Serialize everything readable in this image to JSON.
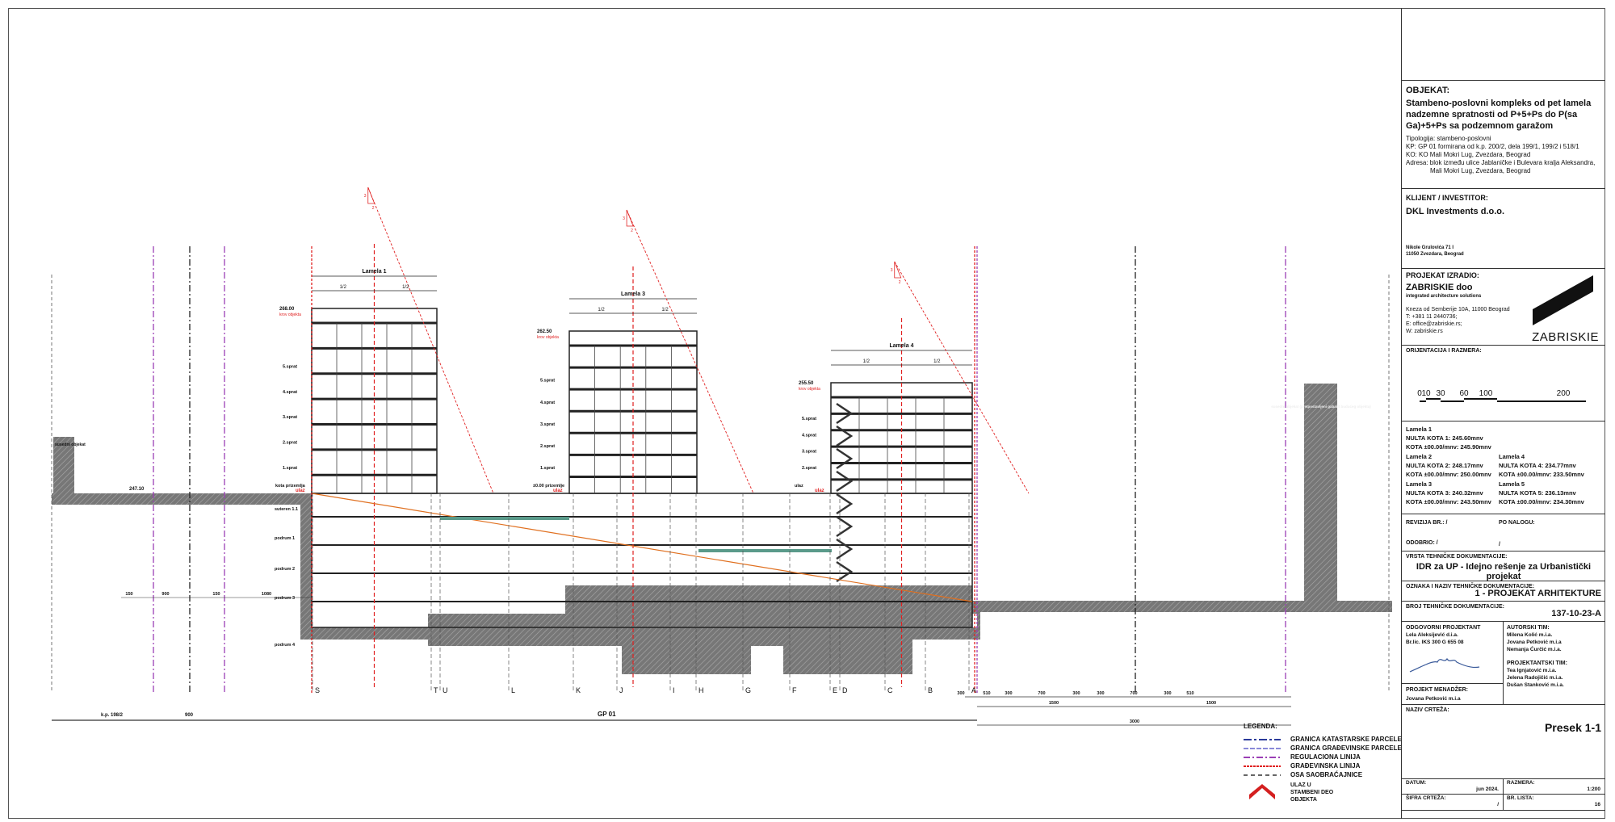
{
  "drawing": {
    "buildings": [
      {
        "label": "Lamela 1",
        "half_left": "1/2",
        "half_right": "1/2",
        "roof_tag": "krov objekta",
        "levels": [
          "5.sprat",
          "4.sprat",
          "3.sprat",
          "2.sprat",
          "1.sprat"
        ],
        "ground": "kota prizemlja",
        "elev_top": "268.00",
        "entry": "ulaz"
      },
      {
        "label": "Lamela 3",
        "half_left": "1/2",
        "half_right": "1/2",
        "roof_tag": "krov objekta",
        "levels": [
          "5.sprat",
          "4.sprat",
          "3.sprat",
          "2.sprat",
          "1.sprat"
        ],
        "ground": "±0.00 prizemlje",
        "elev_top": "262.50",
        "entry": "ulaz"
      },
      {
        "label": "Lamela 4",
        "half_left": "1/2",
        "half_right": "1/2",
        "roof_tag": "krov objekta",
        "levels": [
          "5.sprat",
          "4.sprat",
          "3.sprat",
          "2.sprat"
        ],
        "ground": "ulaz",
        "elev_top": "255.50",
        "entry": "ulaz"
      }
    ],
    "basement_levels": [
      "suteren 1.1",
      "podrum 1",
      "podrum 2",
      "podrum 3",
      "podrum 4"
    ],
    "neighbor_left": "susedni objekat",
    "neighbor_right": "susedni objekat (pretpostavljeni gabarit budućeg objekta)",
    "terrain_elev": "247.10",
    "grid_axes": [
      "S",
      "T",
      "U",
      "L",
      "K",
      "J",
      "I",
      "H",
      "G",
      "F",
      "E",
      "D",
      "C",
      "B",
      "A"
    ],
    "bottom_dims": {
      "parcel_label": "k.p. 198/2",
      "parcel_width": "900",
      "gp_label": "GP 01",
      "right_chain": [
        "300",
        "510",
        "300",
        "700",
        "300",
        "300",
        "700",
        "300",
        "510"
      ],
      "right_halves": [
        "1500",
        "1500"
      ],
      "right_total": "3000",
      "left_chain": [
        "150",
        "900",
        "150",
        "1080"
      ]
    },
    "slope_ratio": [
      "3",
      "2"
    ]
  },
  "title_block": {
    "objekat_label": "OBJEKAT:",
    "objekat_title": "Stambeno-poslovni kompleks od pet lamela nadzemne spratnosti od P+5+Ps do P(sa Ga)+5+Ps sa podzemnom garažom",
    "tipologija": "Tipologija: stambeno-poslovni",
    "kp": "KP: GP 01 formirana od k.p. 200/2, dela 199/1, 199/2 i 518/1",
    "ko": "KO: KO Mali Mokri Lug, Zvezdara, Beograd",
    "adresa": "Adresa: blok između ulice Jablaničke i Bulevara kralja Aleksandra,",
    "adresa2": "Mali Mokri Lug, Zvezdara, Beograd",
    "klijent_label": "KLIJENT / INVESTITOR:",
    "klijent": "DKL Investments d.o.o.",
    "klijent_addr1": "Nikole Grulovića 71 I",
    "klijent_addr2": "11050 Zvezdara, Beograd",
    "izradio_label": "PROJEKAT IZRADIO:",
    "firma": "ZABRISKIE doo",
    "firma_sub": "integrated architecture solutions",
    "firma_addr": "Kneza od Semberije 10A, 11000 Beograd",
    "firma_tel": "T: +381 11 2440736;",
    "firma_mail": "E: office@zabriskie.rs;",
    "firma_web": "W: zabriskie.rs",
    "logo_text": "ZABRISKIE",
    "orijentacija_label": "ORIJENTACIJA I RAZMERA:",
    "scale_ticks": [
      "0",
      "10",
      "30",
      "60",
      "100",
      "200"
    ],
    "lamele": [
      {
        "name": "Lamela 1",
        "nulta": "NULTA KOTA 1: 245.60mnv",
        "kota": "KOTA ±00.00/mnv: 245.90mnv"
      },
      {
        "name": "Lamela 2",
        "nulta": "NULTA KOTA 2: 248.17mnv",
        "kota": "KOTA ±00.00/mnv: 250.00mnv"
      },
      {
        "name": "Lamela 3",
        "nulta": "NULTA KOTA 3: 240.32mnv",
        "kota": "KOTA ±00.00/mnv: 243.50mnv"
      },
      {
        "name": "Lamela 4",
        "nulta": "NULTA KOTA 4: 234.77mnv",
        "kota": "KOTA ±00.00/mnv: 233.50mnv"
      },
      {
        "name": "Lamela 5",
        "nulta": "NULTA KOTA 5: 236.13mnv",
        "kota": "KOTA ±00.00/mnv: 234.30mnv"
      }
    ],
    "revizija": "REVIZIJA BR.: /",
    "po_nalogu": "PO NALOGU:",
    "odobrio": "ODOBRIO: /",
    "odobrio_val": "/",
    "vrsta_label": "VRSTA TEHNIČKE DOKUMENTACIJE:",
    "vrsta": "IDR za UP - Idejno rešenje za Urbanistički projekat",
    "oznaka_label": "OZNAKA I NAZIV TEHNIČKE DOKUMENTACIJE:",
    "oznaka": "1 - PROJEKAT ARHITEKTURE",
    "broj_label": "BROJ TEHNIČKE DOKUMENTACIJE:",
    "broj": "137-10-23-A",
    "odgovorni_label": "ODGOVORNI PROJEKTANT",
    "odgovorni": "Lela Aleksijević d.i.a.",
    "odgovorni_lic": "Br.lic. IKS 300 G 655 08",
    "autorski_label": "AUTORSKI TIM:",
    "autorski": [
      "Milena Kolić m.i.a.",
      "Jovana Petković m.i.a",
      "Nemanja Ćurčić m.i.a."
    ],
    "projektantski_label": "PROJEKTANTSKI TIM:",
    "projektantski": [
      "Tea Ignjatović m.i.a.",
      "Jelena Radojičić m.i.a.",
      "Dušan Stanković m.i.a."
    ],
    "menadzer_label": "PROJEKT MENADŽER:",
    "menadzer": "Jovana Petković m.i.a",
    "naziv_label": "NAZIV CRTEŽA:",
    "naziv": "Presek 1-1",
    "datum_label": "DATUM:",
    "datum": "jun 2024.",
    "razmera_label": "RAZMERA:",
    "razmera": "1:200",
    "sifra_label": "ŠIFRA CRTEŽA:",
    "sifra": "/",
    "list_label": "BR. LISTA:",
    "list": "16"
  },
  "legend": {
    "title": "LEGENDA:",
    "items": [
      {
        "label": "GRANICA KATASTARSKE PARCELE",
        "color": "#2a3a9a"
      },
      {
        "label": "GRANICA GRAĐEVINSKE PARCELE",
        "color": "#8a8ad8"
      },
      {
        "label": "REGULACIONA LINIJA",
        "color": "#9b3fb5"
      },
      {
        "label": "GRAĐEVINSKA LINIJA",
        "color": "#e02020"
      },
      {
        "label": "OSA SAOBRAĆAJNICE",
        "color": "#666666"
      }
    ],
    "entry_label": "ULAZ U STAMBENI DEO OBJEKTA",
    "entry_color": "#d42020"
  }
}
